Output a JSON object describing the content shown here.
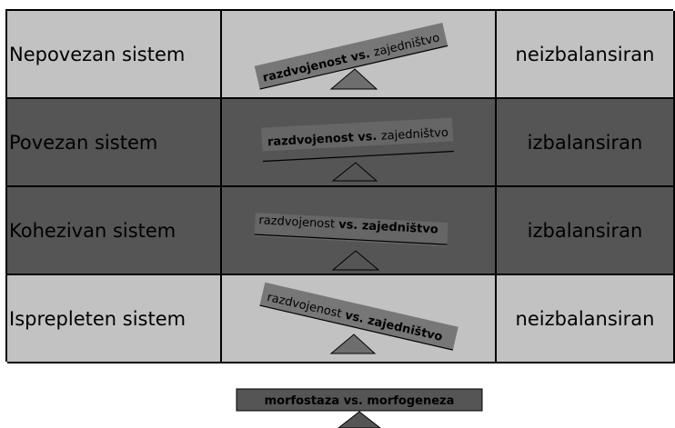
{
  "rows": [
    {
      "system": "Nepovezan sistem",
      "balance": "neizbalansiran",
      "left_word": "razdvojenost",
      "vs": "vs.",
      "right_word": "zajedništvo",
      "shade": "light"
    },
    {
      "system": "Povezan sistem",
      "balance": "izbalansiran",
      "left_word": "razdvojenost",
      "vs": "vs.",
      "right_word": "zajedništvo",
      "shade": "dark"
    },
    {
      "system": "Kohezivan sistem",
      "balance": "izbalansiran",
      "left_word": "razdvojenost",
      "vs": "vs.",
      "right_word": "zajedništvo",
      "shade": "dark"
    },
    {
      "system": "Isprepleten sistem",
      "balance": "neizbalansiran",
      "left_word": "razdvojenost",
      "vs": "vs.",
      "right_word": "zajedništvo",
      "shade": "light"
    }
  ],
  "bottom": {
    "label": "morfostaza vs. morfogeneza"
  },
  "colors": {
    "light": "#c2c2c2",
    "dark": "#555555",
    "plank_light": "#777777",
    "plank_dark": "#666666",
    "fulcrum": "#6e6e6e"
  }
}
